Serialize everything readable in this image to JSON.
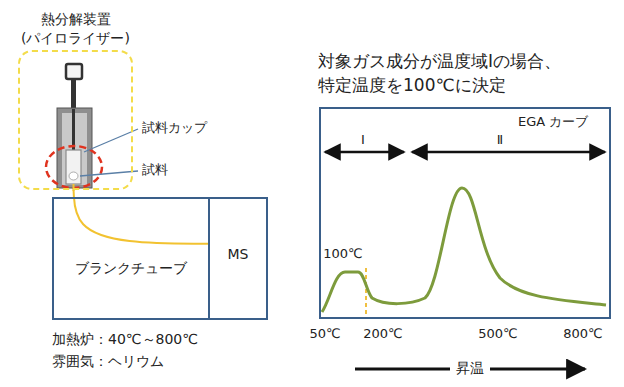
{
  "diagram": {
    "nodes": [
      {
        "text": [
          "熱分解装置 (パイロライザー)"
        ]
      },
      {
        "text": [
          "ブランクチューブ"
        ]
      },
      {
        "text": [
          "MS"
        ]
      }
    ],
    "edges": [
      {
        "from": 0,
        "to": 2,
        "arrow": "none"
      }
    ],
    "labels": [
      "試料カップ",
      "試料",
      "加熱炉：40℃～800℃",
      "雰囲気：ヘリウム",
      "対象ガス成分が温度域Ⅰの場合、 特定温度を100℃に決定",
      "EGA カーブ",
      "Ⅰ",
      "Ⅱ",
      "100℃",
      "50℃",
      "200℃",
      "500℃",
      "800℃",
      "昇温"
    ]
  }
}
